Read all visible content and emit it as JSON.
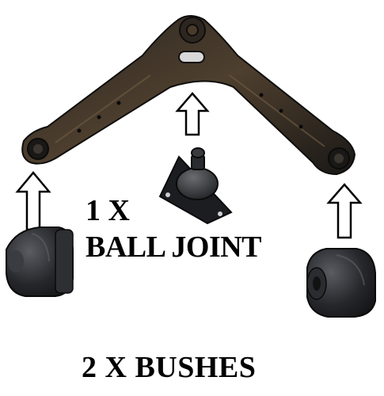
{
  "captions": {
    "ball_joint_qty": "1 X",
    "ball_joint_label": "BALL JOINT",
    "bushes_label": "2 X BUSHES"
  },
  "objects": {
    "control_arm": "control-arm",
    "ball_joint": "ball-joint",
    "bushes": [
      "bush-left",
      "bush-right"
    ],
    "arrows": [
      "arrow-up-left",
      "arrow-up-center",
      "arrow-up-right"
    ]
  },
  "colors": {
    "background": "#ffffff",
    "arm": "#1c1a18",
    "arm_highlight": "#5a4a36",
    "rubber": "#202124",
    "rubber_highlight": "#4a4c52",
    "text": "#000000"
  }
}
